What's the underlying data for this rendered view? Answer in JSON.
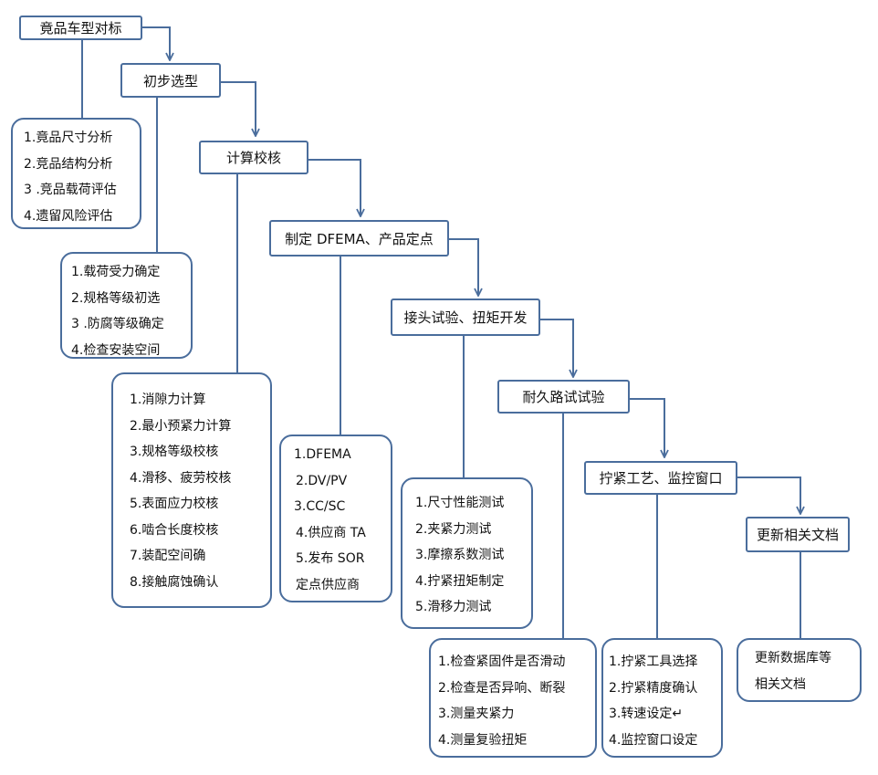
{
  "steps": [
    {
      "id": "s1",
      "label": "竟品车型对标",
      "details": [
        "1.竟品尺寸分析",
        "2.竞品结构分析",
        "3 .竞品载荷评估",
        "4.遗留风险评估"
      ]
    },
    {
      "id": "s2",
      "label": "初步选型",
      "details": [
        "1.载荷受力确定",
        "2.规格等级初选",
        "3 .防腐等级确定",
        "4.检查安装空间"
      ]
    },
    {
      "id": "s3",
      "label": "计算校核",
      "details": [
        "1.消隙力计算",
        "2.最小预紧力计算",
        "3.规格等级校核",
        "4.滑移、疲劳校核",
        "5.表面应力校核",
        "6.啮合长度校核",
        "7.装配空间确",
        "8.接触腐蚀确认"
      ]
    },
    {
      "id": "s4",
      "label": "制定 DFEMA、产品定点",
      "details": [
        "1.DFEMA",
        "2.DV/PV",
        "3.CC/SC",
        "4.供应商 TA",
        "5.发布 SOR",
        "定点供应商"
      ]
    },
    {
      "id": "s5",
      "label": "接头试验、扭矩开发",
      "details": [
        "1.尺寸性能测试",
        "2.夹紧力测试",
        "3.摩擦系数测试",
        "4.拧紧扭矩制定",
        "5.滑移力测试"
      ]
    },
    {
      "id": "s6",
      "label": "耐久路试试验",
      "details": [
        "1.检查紧固件是否滑动",
        "2.检查是否异响、断裂",
        "3.测量夹紧力",
        "4.测量复验扭矩"
      ]
    },
    {
      "id": "s7",
      "label": "拧紧工艺、监控窗口",
      "details": [
        "1.拧紧工具选择",
        "2.拧紧精度确认",
        "3.转速设定↵",
        "4.监控窗口设定"
      ]
    },
    {
      "id": "s8",
      "label": "更新相关文档",
      "details": [
        "更新数据库等",
        "相关文档"
      ]
    }
  ],
  "colors": {
    "stroke": "#4a6d9c",
    "text": "#111111",
    "background": "#ffffff"
  }
}
